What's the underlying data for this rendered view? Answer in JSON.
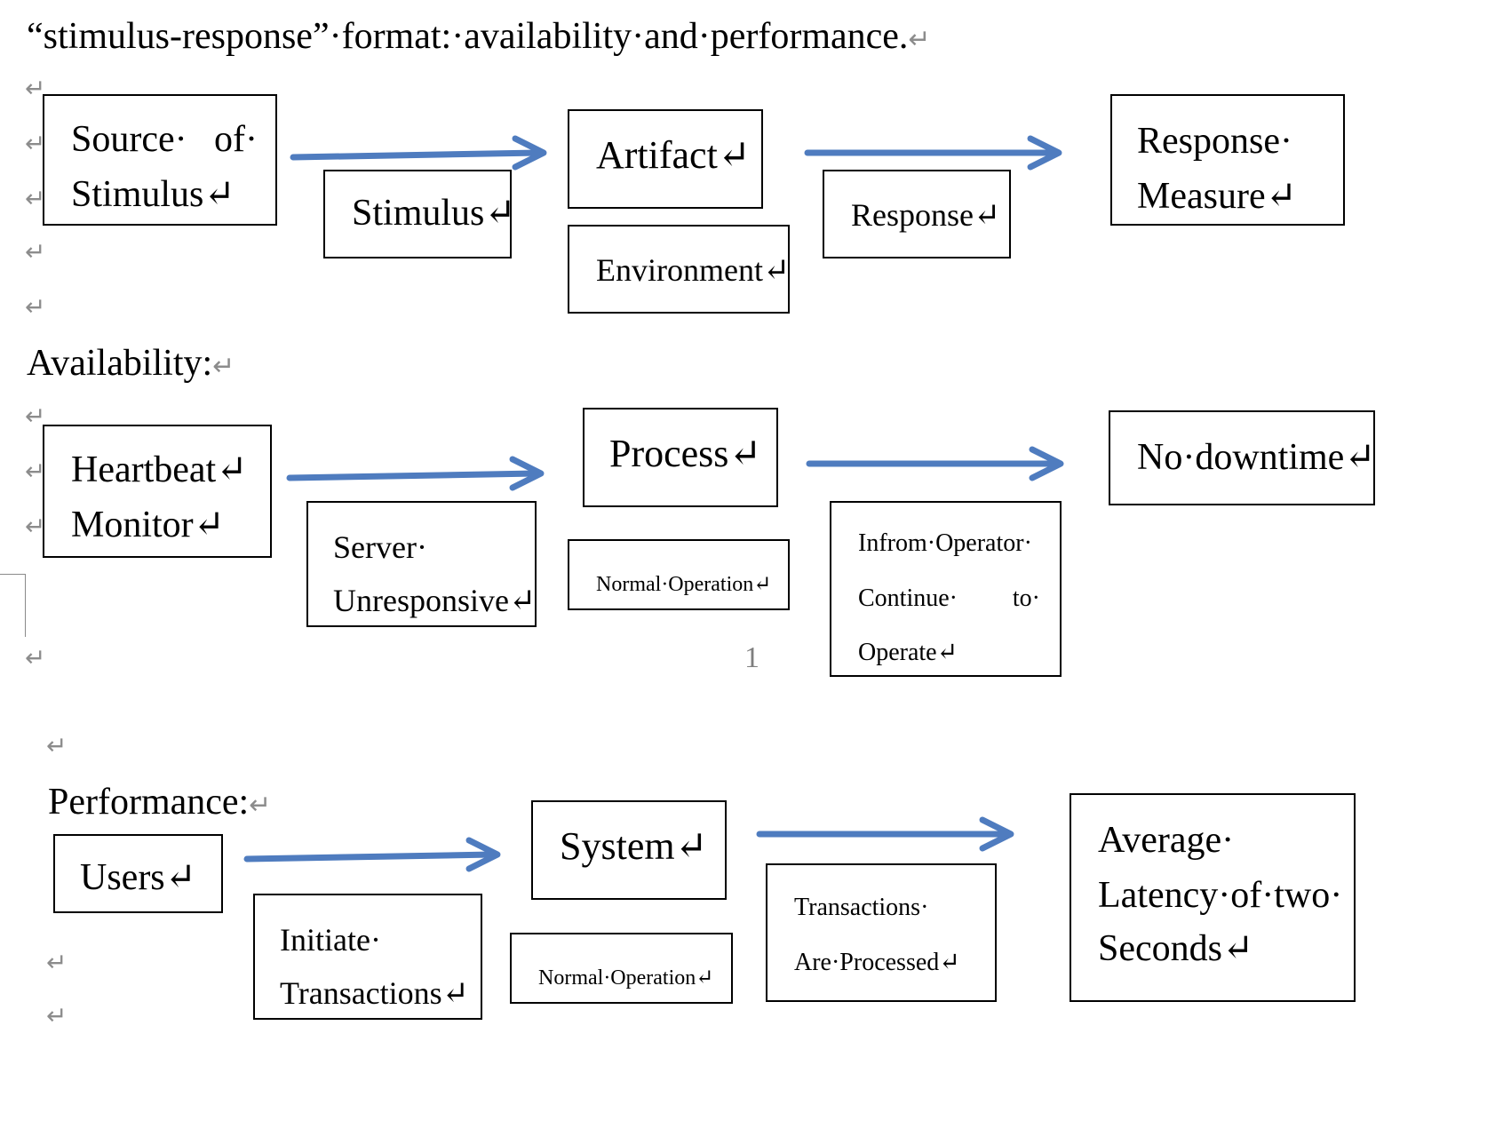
{
  "document": {
    "intro_text": "“stimulus-response”·format:·availability·and·performance.",
    "paragraph_mark": "↵",
    "page_number": "1"
  },
  "template": {
    "source": [
      "Source·",
      "of·",
      "Stimulus↵"
    ],
    "stimulus": "Stimulus↵",
    "artifact": "Artifact↵",
    "environment": "Environment↵",
    "response": "Response↵",
    "measure": [
      "Response·",
      "Measure↵"
    ]
  },
  "availability": {
    "heading": "Availability:",
    "source": [
      "Heartbeat↵",
      "Monitor↵"
    ],
    "stimulus": [
      "Server·",
      "Unresponsive↵"
    ],
    "artifact": "Process↵",
    "environment": "Normal·Operation↵",
    "response": [
      "Infrom·Operator·",
      "Continue·",
      "to·",
      "Operate↵"
    ],
    "measure": "No·downtime↵"
  },
  "performance": {
    "heading": "Performance:",
    "source": "Users↵",
    "stimulus": [
      "Initiate·",
      "Transactions↵"
    ],
    "artifact": "System↵",
    "environment": "Normal·Operation↵",
    "response": [
      "Transactions·",
      "Are·Processed↵"
    ],
    "measure": [
      "Average·",
      "Latency·of·two·",
      "Seconds↵"
    ]
  },
  "colors": {
    "arrow": "#4f7cbf",
    "box_border": "#000000",
    "formatting_mark": "#8c8c8c"
  }
}
